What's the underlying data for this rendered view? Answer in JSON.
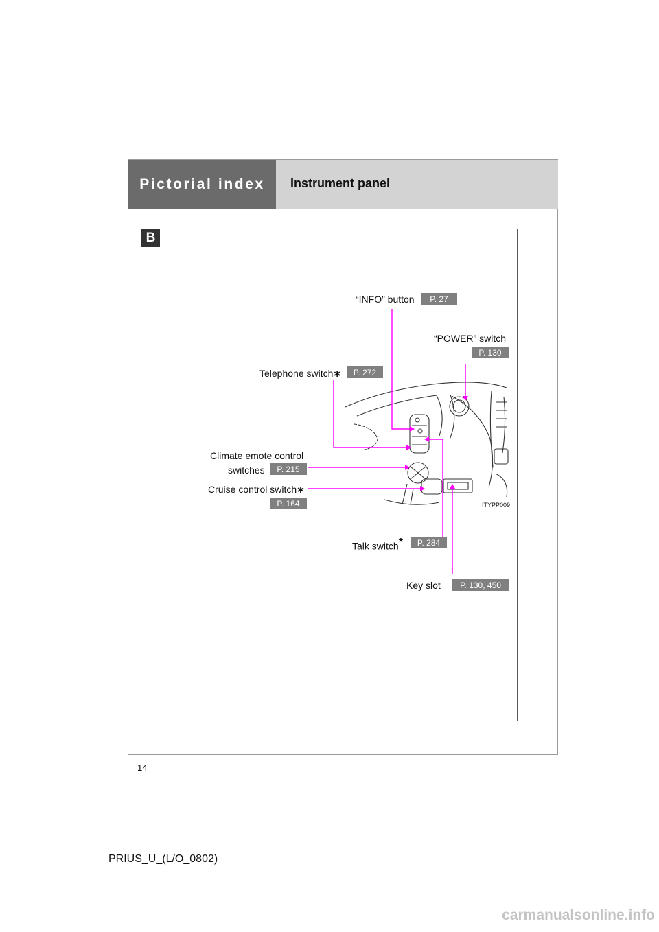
{
  "header": {
    "section_title": "Pictorial index",
    "page_heading": "Instrument panel"
  },
  "figure": {
    "badge": "B",
    "image_code": "ITYPP009",
    "callouts": {
      "info": {
        "label": "“INFO” button",
        "ref": "P. 27"
      },
      "power": {
        "label": "“POWER” switch",
        "ref": "P. 130"
      },
      "telephone": {
        "label": "Telephone switch",
        "mark": "∗",
        "ref": "P. 272"
      },
      "climate": {
        "label_line1": "Climate emote control",
        "label_line2": "switches",
        "ref": "P. 215"
      },
      "cruise": {
        "label": "Cruise control switch",
        "mark": "∗",
        "ref": "P. 164"
      },
      "talk": {
        "label": "Talk switch",
        "mark": "*",
        "ref": "P. 284"
      },
      "key": {
        "label": "Key slot",
        "ref": "P. 130, 450"
      }
    }
  },
  "footer": {
    "page_number": "14",
    "doc_code": "PRIUS_U_(L/O_0802)",
    "watermark": "carmanualsonline.info"
  },
  "colors": {
    "leader": "#ff00ff",
    "ref_bg": "#808080",
    "tab_dark": "#6b6b6b",
    "tab_light": "#d3d3d3"
  }
}
